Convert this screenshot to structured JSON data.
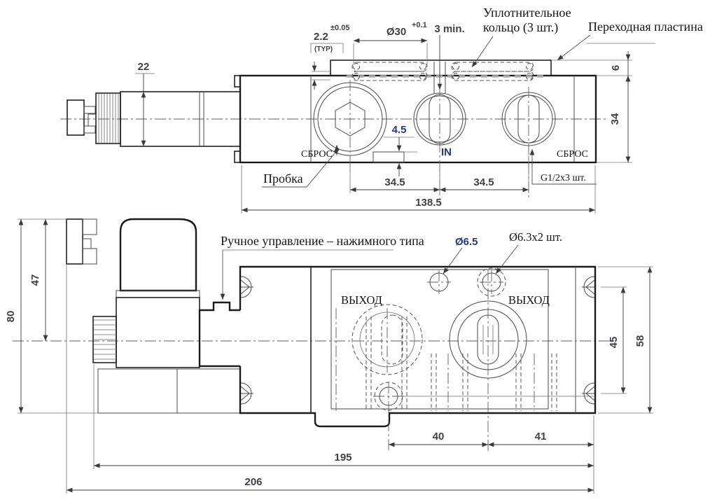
{
  "front_view": {
    "labels": {
      "seal_ring_line1": "Уплотнительное",
      "seal_ring_line2": "кольцо (3 шт.)",
      "adapter_plate": "Переходная пластина",
      "plug": "Пробка",
      "drain_left": "СБРОС",
      "inlet": "IN",
      "drain_right": "СБРОС",
      "thread": "G1/2x3 шт."
    },
    "dims": {
      "coil_dia": "22",
      "step": "2.2",
      "step_tol": "±0.05",
      "step_typ": "(TYP)",
      "seal_dia": "Ø30",
      "seal_tol": "+0.1",
      "gap": "3 min.",
      "plate_thickness": "6",
      "body_height": "34",
      "pad_height": "4.5",
      "port_spacing_left": "34.5",
      "port_spacing_right": "34.5",
      "body_length": "138.5"
    }
  },
  "bottom_view": {
    "labels": {
      "manual_override": "Ручное управление – нажимного типа",
      "outlet_left": "ВЫХОД",
      "outlet_right": "ВЫХОД"
    },
    "dims": {
      "hole_single": "Ø6.5",
      "hole_double": "Ø6.3x2 шт.",
      "solenoid_height": "47",
      "overall_height": "80",
      "hole_spacing": "40",
      "edge_spacing": "41",
      "length_mid": "195",
      "length_overall": "206",
      "slot_spacing": "45",
      "body_width": "58"
    }
  }
}
